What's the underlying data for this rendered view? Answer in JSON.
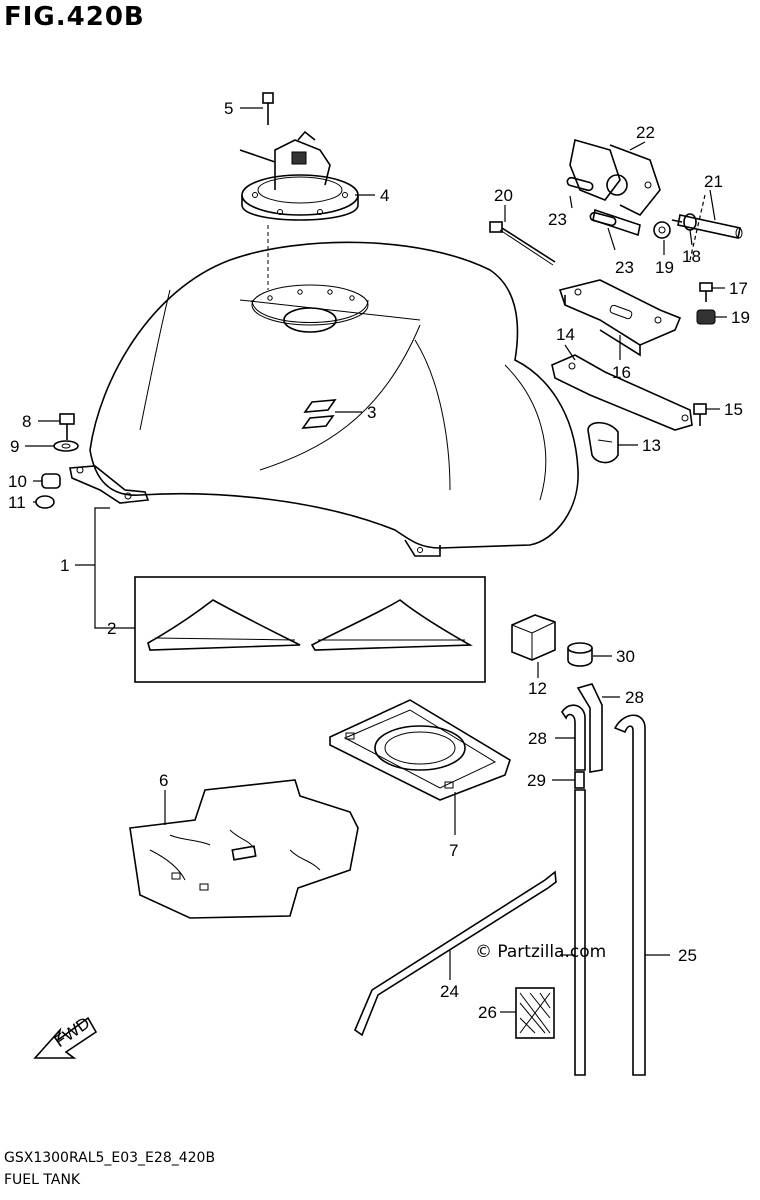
{
  "header": {
    "title": "FIG.420B"
  },
  "footer": {
    "model_code": "GSX1300RAL5_E03_E28_420B",
    "caption": "FUEL TANK"
  },
  "watermark": {
    "text": "© Partzilla.com"
  },
  "direction_label": "FWD",
  "callouts": [
    "1",
    "2",
    "3",
    "4",
    "5",
    "6",
    "7",
    "8",
    "9",
    "10",
    "11",
    "12",
    "13",
    "14",
    "15",
    "16",
    "17",
    "19",
    "18",
    "19",
    "20",
    "21",
    "22",
    "23",
    "23",
    "24",
    "25",
    "26",
    "28",
    "28",
    "29",
    "30"
  ]
}
